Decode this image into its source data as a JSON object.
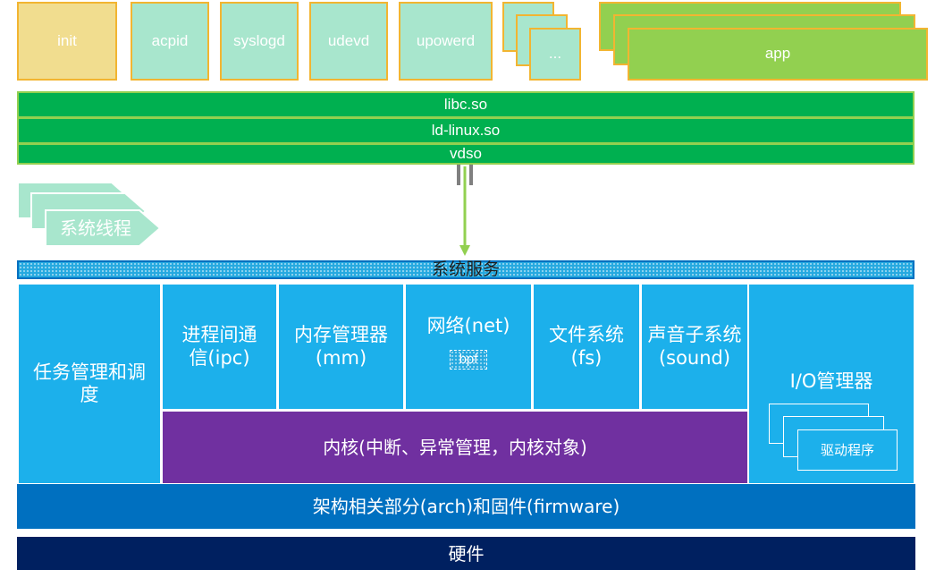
{
  "userspace": {
    "processes": [
      "init",
      "acpid",
      "syslogd",
      "udevd",
      "upowerd"
    ],
    "more": "...",
    "app": "app"
  },
  "libraries": [
    "libc.so",
    "ld-linux.so",
    "vdso"
  ],
  "system_thread": "系统线程",
  "system_service": "系统服务",
  "kernel": {
    "task_scheduling": "任务管理和调度",
    "ipc": "进程间通信(ipc)",
    "mm": "内存管理器(mm)",
    "net": "网络(net)",
    "bpf": "bpf",
    "fs": "文件系统(fs)",
    "sound": "声音子系统(sound)",
    "io": "I/O管理器",
    "driver": "驱动程序",
    "core": "内核(中断、异常管理，内核对象)"
  },
  "arch": "架构相关部分(arch)和固件(firmware)",
  "hardware": "硬件",
  "colors": {
    "process": "#a8e6cd",
    "init": "#f1dd8f",
    "app": "#92d050",
    "library": "#00b050",
    "kernel": "#1cb0eb",
    "core": "#7030a0",
    "arch": "#0070c0",
    "hardware": "#002060"
  }
}
